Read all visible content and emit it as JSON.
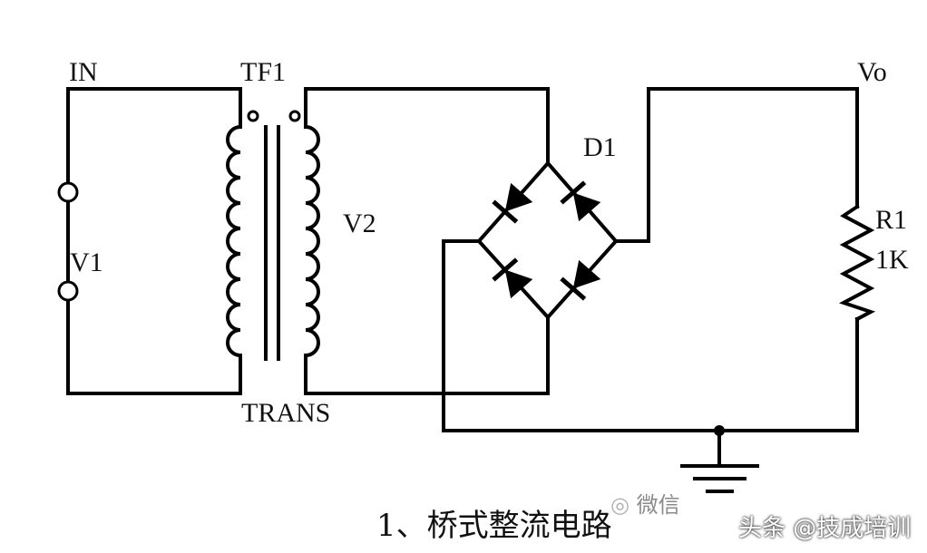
{
  "labels": {
    "in": "IN",
    "tf1": "TF1",
    "vo": "Vo",
    "d1": "D1",
    "v2": "V2",
    "v1": "V1",
    "r1": "R1",
    "r1_value": "1K",
    "trans": "TRANS"
  },
  "caption": "1、桥式整流电路",
  "watermark": {
    "wechat": "微信",
    "source": "头条 @技成培训"
  }
}
